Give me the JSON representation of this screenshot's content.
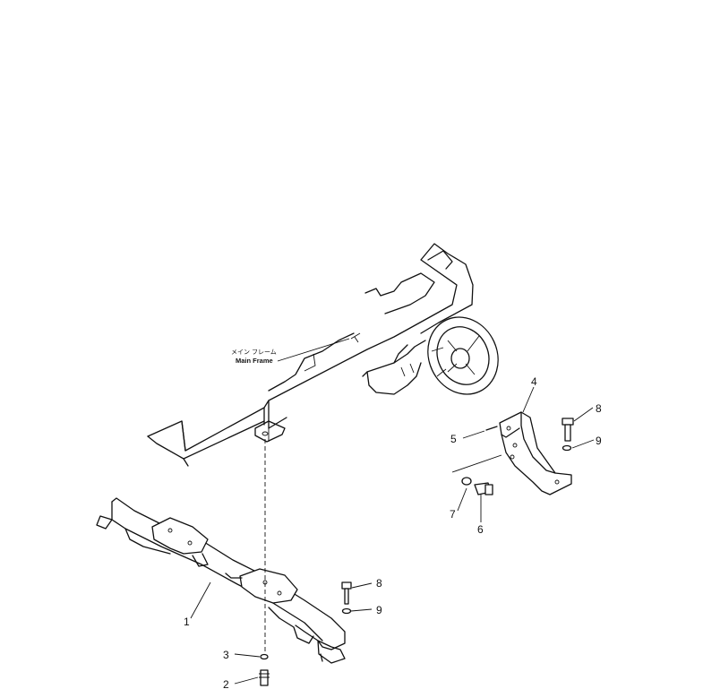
{
  "diagram": {
    "main_frame_label_jp": "メイン フレーム",
    "main_frame_label_en": "Main Frame",
    "callouts": [
      {
        "id": "c1",
        "text": "1"
      },
      {
        "id": "c2",
        "text": "2"
      },
      {
        "id": "c3",
        "text": "3"
      },
      {
        "id": "c4",
        "text": "4"
      },
      {
        "id": "c5",
        "text": "5"
      },
      {
        "id": "c6",
        "text": "6"
      },
      {
        "id": "c7",
        "text": "7"
      },
      {
        "id": "c8a",
        "text": "8"
      },
      {
        "id": "c9a",
        "text": "9"
      },
      {
        "id": "c8b",
        "text": "8"
      },
      {
        "id": "c9b",
        "text": "9"
      }
    ]
  }
}
